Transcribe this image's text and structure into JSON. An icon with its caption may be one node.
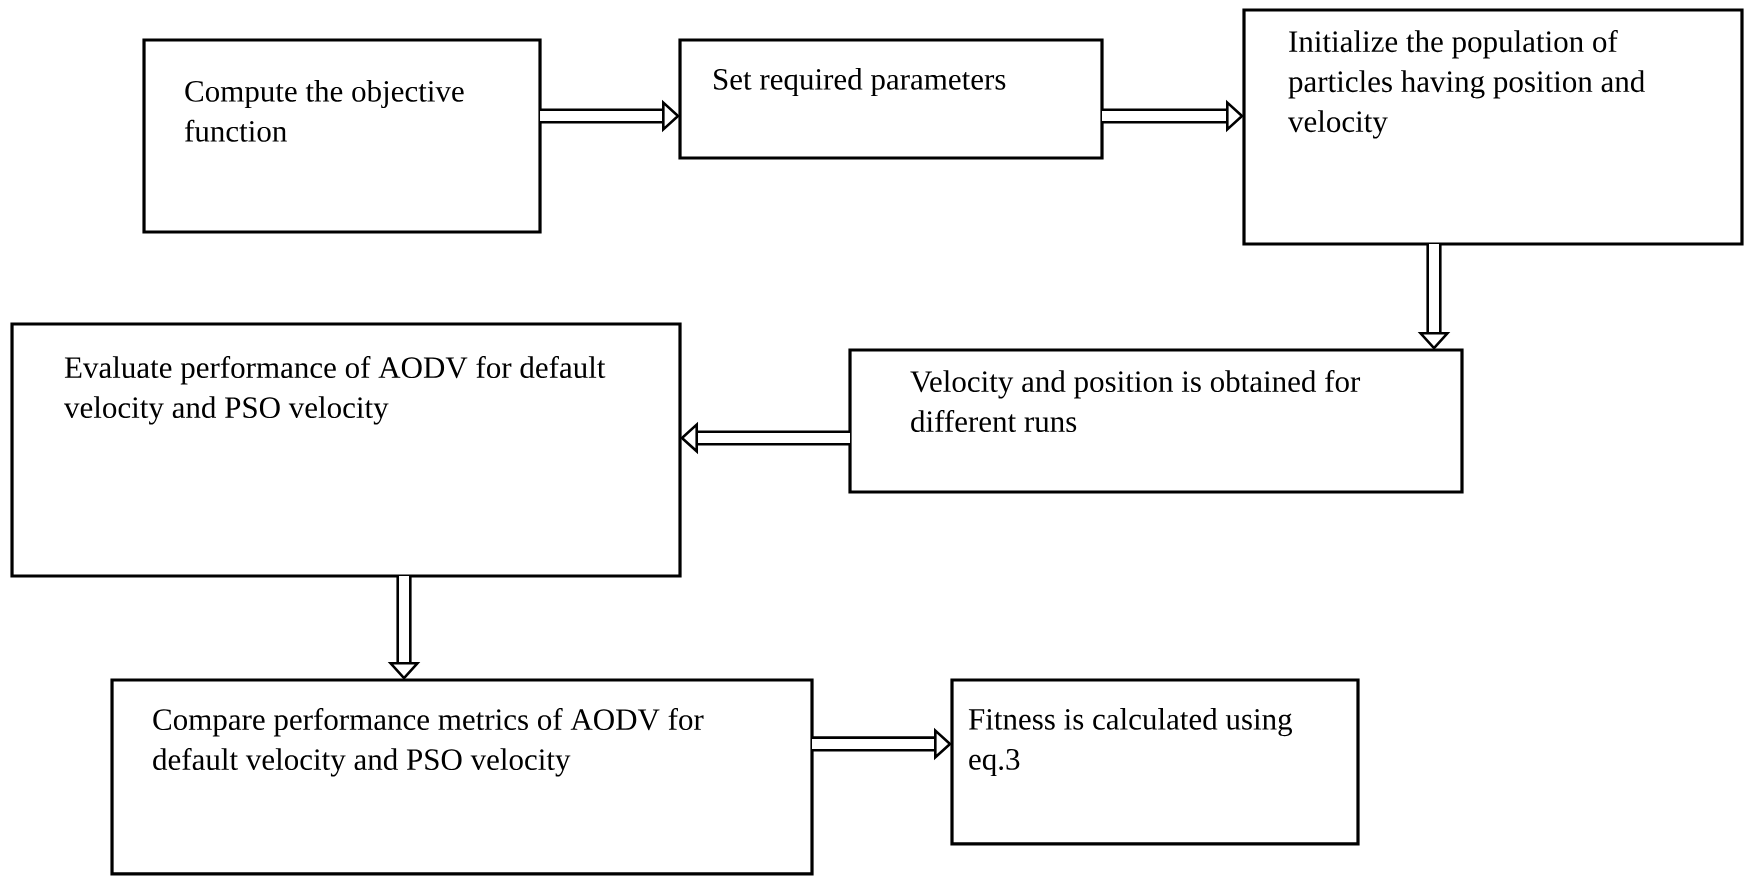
{
  "diagram": {
    "nodes": [
      {
        "text": [
          "Compute the objective function"
        ]
      },
      {
        "text": [
          "Set required parameters"
        ]
      },
      {
        "text": [
          "Initialize the population of particles having position and velocity"
        ]
      },
      {
        "text": [
          "Velocity and position is obtained for different runs"
        ]
      },
      {
        "text": [
          "Evaluate performance of AODV for default velocity and PSO velocity"
        ]
      },
      {
        "text": [
          "Compare performance metrics of AODV for default velocity and PSO velocity"
        ]
      },
      {
        "text": [
          "Fitness is calculated using eq.3"
        ]
      }
    ],
    "edges": [
      {
        "from": 0,
        "to": 1,
        "arrow": "to"
      },
      {
        "from": 1,
        "to": 2,
        "arrow": "to"
      },
      {
        "from": 2,
        "to": 3,
        "arrow": "to"
      },
      {
        "from": 3,
        "to": 4,
        "arrow": "to"
      },
      {
        "from": 4,
        "to": 5,
        "arrow": "to"
      },
      {
        "from": 5,
        "to": 6,
        "arrow": "to"
      }
    ]
  }
}
